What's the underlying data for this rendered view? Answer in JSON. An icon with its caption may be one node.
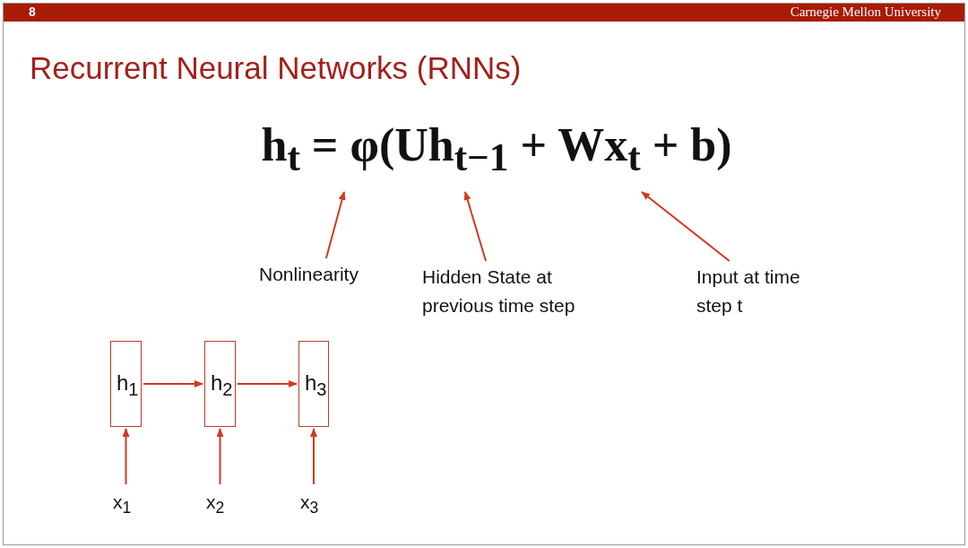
{
  "diagram": {
    "title": "Recurrent Neural Networks (RNNs)",
    "nodes": [
      {
        "text": [
          "Nonlinearity"
        ]
      },
      {
        "text": [
          "Hidden State  at previous time step"
        ]
      },
      {
        "text": [
          "Input at time step t"
        ]
      },
      {
        "text": [
          "h$_{1}$"
        ]
      },
      {
        "text": [
          "h$_{2}$"
        ]
      },
      {
        "text": [
          "h$_{3}$"
        ]
      },
      {
        "text": [
          "x$_{1}$"
        ]
      },
      {
        "text": [
          "x$_{2}$"
        ]
      },
      {
        "text": [
          "x$_{3}$"
        ]
      }
    ],
    "edges": [
      {
        "from": 0,
        "to": null,
        "arrow": "to"
      },
      {
        "from": 1,
        "to": null,
        "arrow": "to"
      },
      {
        "from": 2,
        "to": null,
        "arrow": "to"
      },
      {
        "from": 3,
        "to": 4,
        "arrow": "to"
      },
      {
        "from": 4,
        "to": 5,
        "arrow": "to"
      },
      {
        "from": 6,
        "to": 3,
        "arrow": "to"
      },
      {
        "from": 7,
        "to": 4,
        "arrow": "to"
      },
      {
        "from": 8,
        "to": 5,
        "arrow": "to"
      }
    ],
    "labels": [
      "8",
      "Carnegie Mellon University",
      "h$_{t}$ = φ(Uh$_{t−1}$ + Wx$_{t}$ + b)"
    ]
  }
}
